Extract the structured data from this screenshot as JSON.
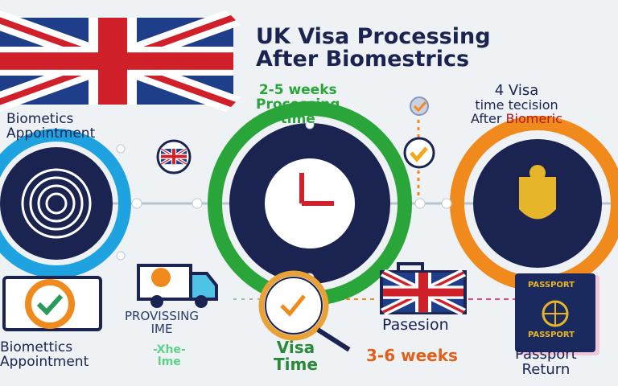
{
  "title": {
    "line1": "UK Visa Processing",
    "line2": "After Biomestrics"
  },
  "top_labels": {
    "biometrics": [
      "Biometics",
      "Appointment"
    ],
    "processing": [
      "2-5 weeks",
      "Processing",
      "time"
    ],
    "decision": [
      "4  Visa",
      "time tecision",
      "After ",
      "Biomeric"
    ]
  },
  "bottom_labels": {
    "biometrics": [
      "Biomettics",
      "Appointment"
    ],
    "processing": [
      "PROVISSING",
      "IME"
    ],
    "processing_sub": [
      "-Xhe-",
      "lme"
    ],
    "visa_time": [
      "Visa",
      "Time"
    ],
    "passion": "Pasesion",
    "weeks": "3-6 weeks",
    "passport_return": [
      "Passport",
      "Return"
    ],
    "passport_cover": [
      "PASSPORT",
      "PASSPORT"
    ]
  },
  "colors": {
    "navy": "#1b2350",
    "green": "#2aa53a",
    "blue": "#1fa3e0",
    "orange": "#f08a1c",
    "red": "#d0202a",
    "background": "#eef2f5"
  },
  "icons": [
    "uk-flag",
    "fingerprint",
    "clock",
    "royal-crest",
    "checkmark",
    "truck",
    "magnifier",
    "suitcase-flag",
    "passport"
  ]
}
